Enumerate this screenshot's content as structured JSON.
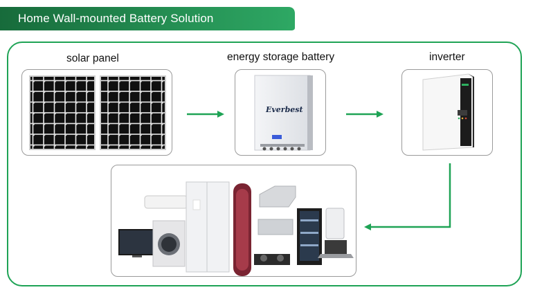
{
  "title": "Home Wall-mounted Battery Solution",
  "nodes": {
    "solar_panel": "solar panel",
    "battery": "energy storage battery",
    "inverter": "inverter"
  },
  "battery_brand": "Everbest",
  "colors": {
    "brand_green": "#1ea355",
    "banner_dark": "#176b3b",
    "banner_light": "#33b86a"
  },
  "icons": [
    "solar-panel-icon",
    "battery-icon",
    "inverter-icon",
    "home-appliances-icon"
  ]
}
